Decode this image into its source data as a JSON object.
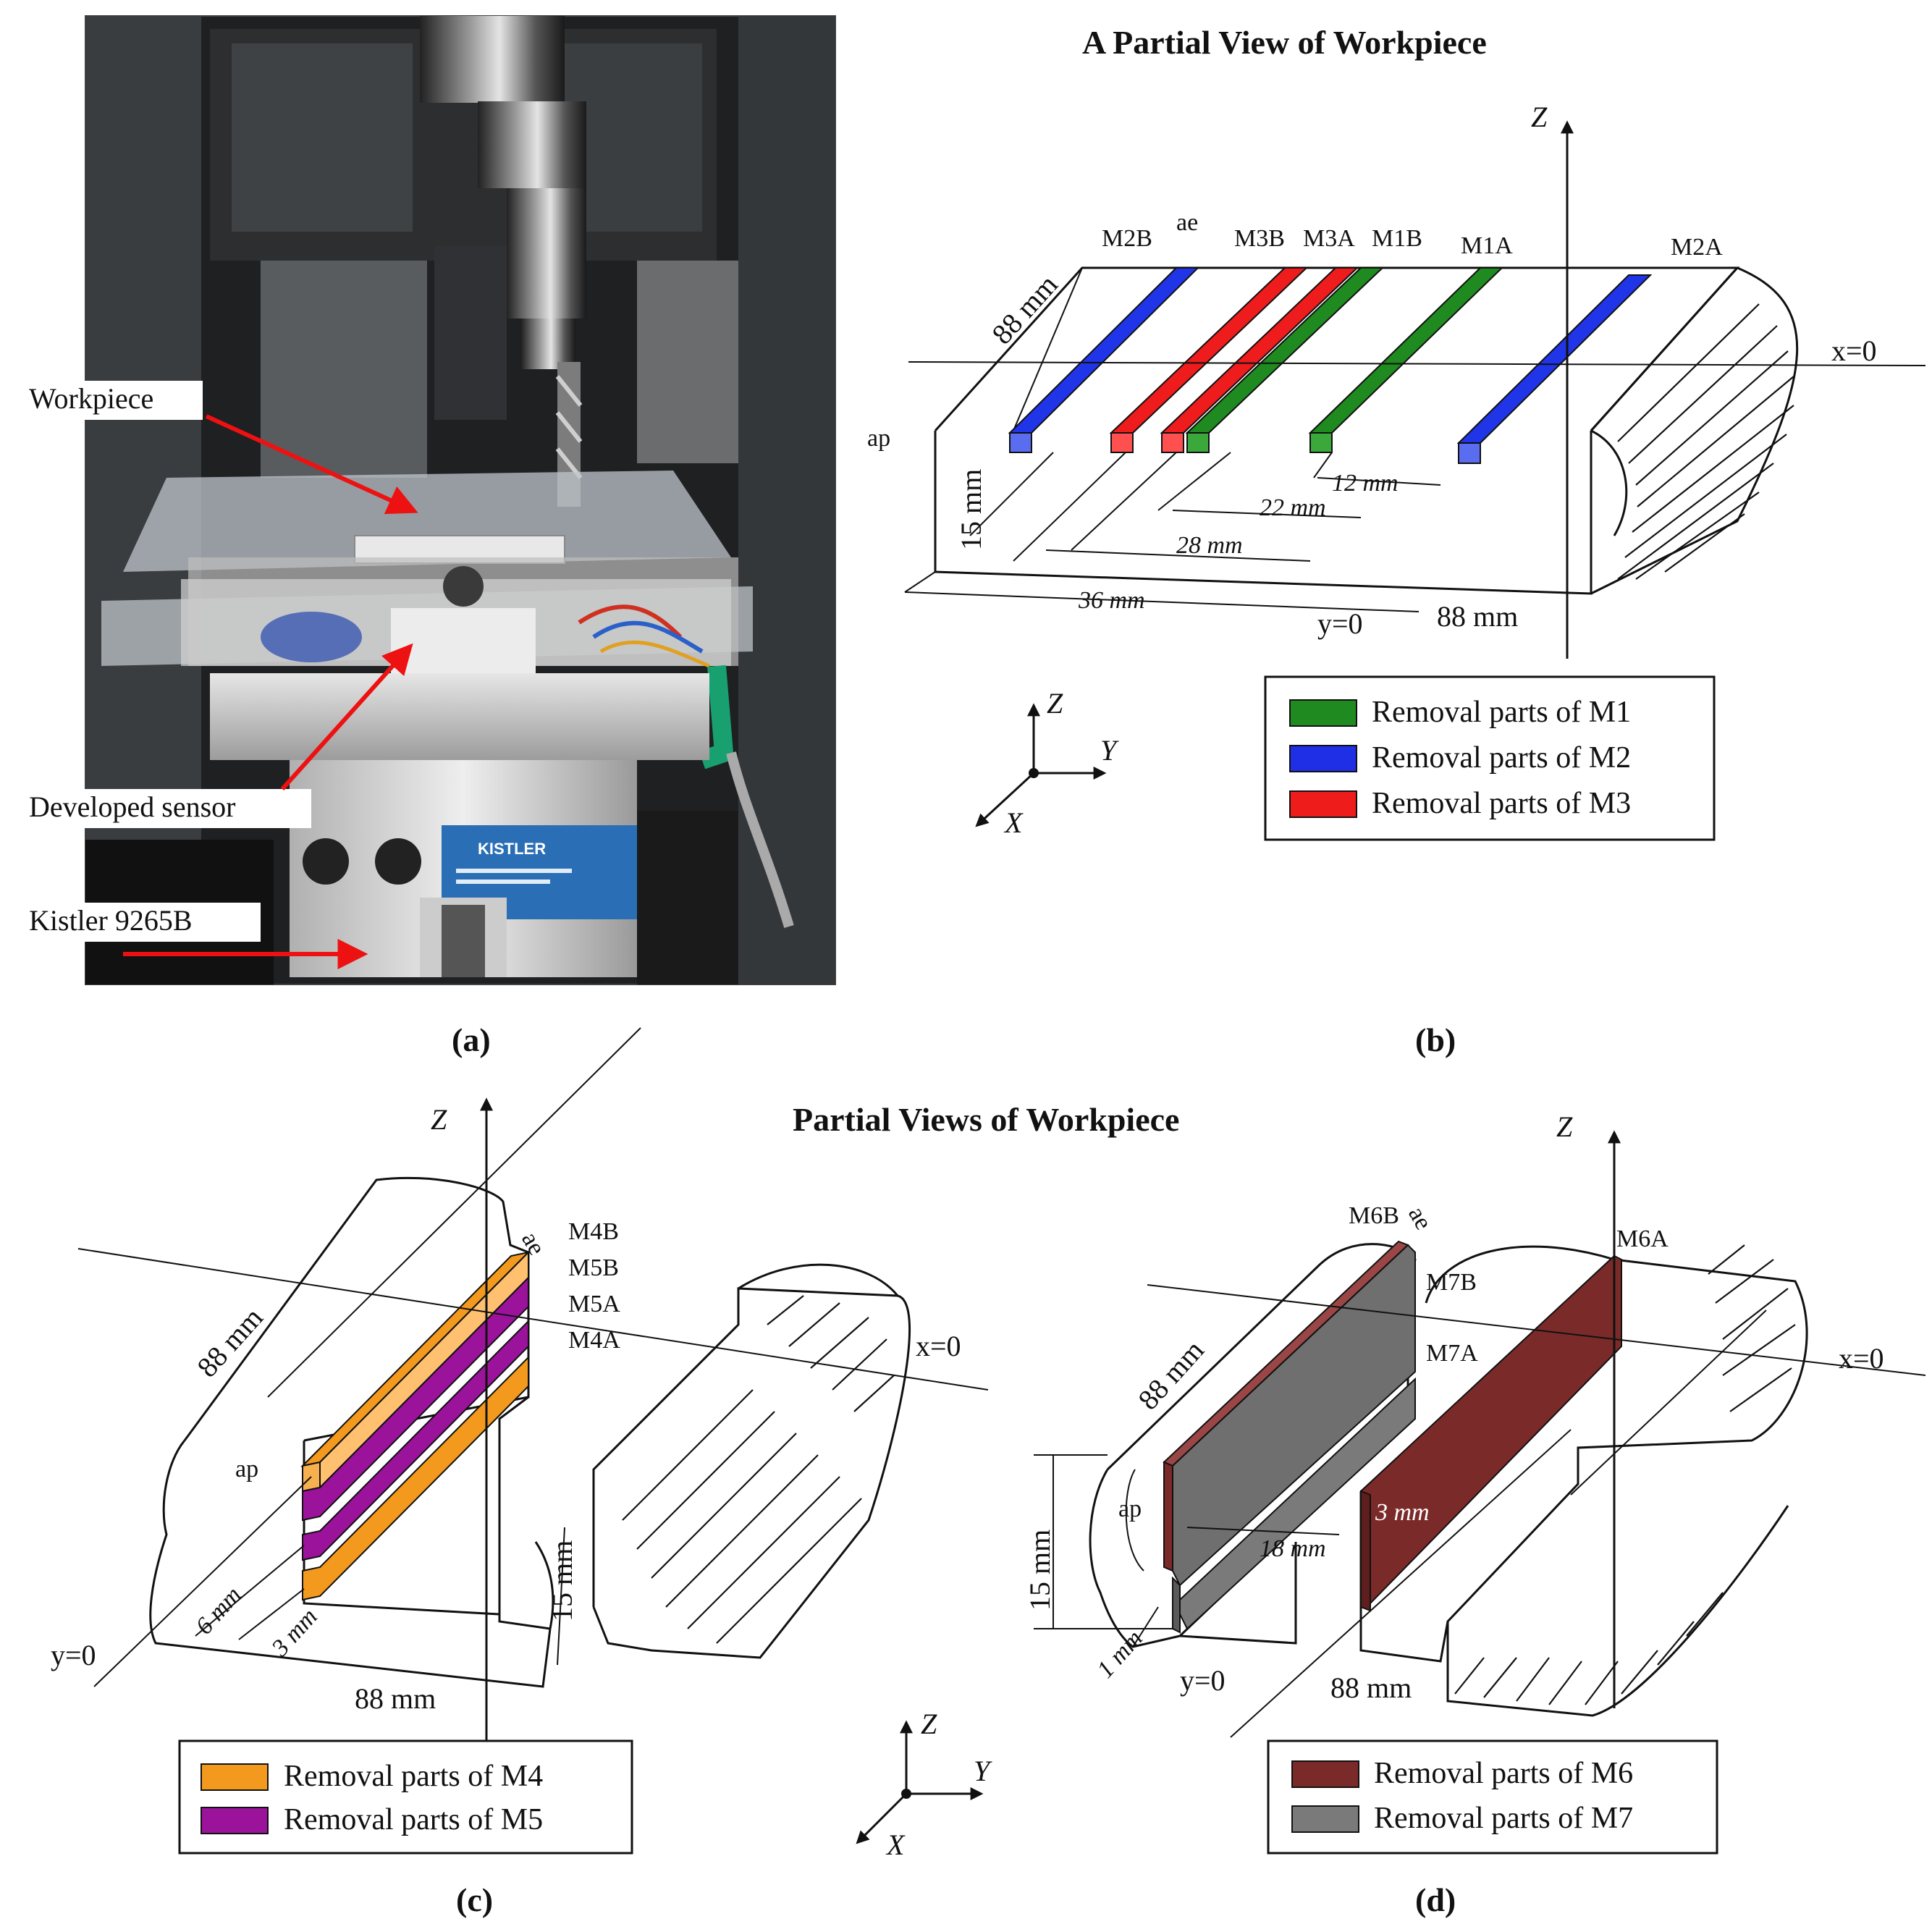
{
  "panel_a": {
    "labels": {
      "workpiece": "Workpiece",
      "developed_sensor": "Developed sensor",
      "kistler": "Kistler 9265B",
      "plate_brand": "KISTLER"
    },
    "caption": "(a)"
  },
  "panel_b": {
    "title": "A Partial View of Workpiece",
    "caption": "(b)",
    "slot_labels": [
      "M2B",
      "M3B",
      "M3A",
      "M1B",
      "M1A",
      "M2A"
    ],
    "ae": "ae",
    "ap": "ap",
    "dims": {
      "length_top": "88 mm",
      "height": "15 mm",
      "d12": "12 mm",
      "d22": "22 mm",
      "d28": "28 mm",
      "d36": "36 mm",
      "length_bottom": "88 mm"
    },
    "axis": {
      "z": "Z",
      "x0": "x=0",
      "y0": "y=0"
    },
    "legend": [
      {
        "label": "Removal parts of M1",
        "color": "#1f8a1f"
      },
      {
        "label": "Removal parts of M2",
        "color": "#1f2fe6"
      },
      {
        "label": "Removal parts of M3",
        "color": "#ef1c1c"
      }
    ],
    "triad": {
      "z": "Z",
      "y": "Y",
      "x": "X"
    }
  },
  "panel_c": {
    "caption": "(c)",
    "slot_labels": [
      "M4B",
      "M5B",
      "M5A",
      "M4A"
    ],
    "ae": "ae",
    "ap": "ap",
    "dims": {
      "length_top": "88 mm",
      "height": "15 mm",
      "d6": "6 mm",
      "d3": "3 mm",
      "length_bottom": "88 mm"
    },
    "axis": {
      "z": "Z",
      "x0": "x=0",
      "y0": "y=0"
    },
    "legend": [
      {
        "label": "Removal parts of M4",
        "color": "#f39a1e"
      },
      {
        "label": "Removal parts of M5",
        "color": "#9b139b"
      }
    ]
  },
  "panel_d": {
    "caption": "(d)",
    "slot_labels": [
      "M6B",
      "M6A",
      "M7B",
      "M7A"
    ],
    "ae": "ae",
    "ap": "ap",
    "dims": {
      "length_top": "88 mm",
      "height": "15 mm",
      "d3": "3 mm",
      "d18": "18 mm",
      "d1": "1 mm",
      "length_bottom": "88 mm"
    },
    "axis": {
      "z": "Z",
      "x0": "x=0",
      "y0": "y=0"
    },
    "legend": [
      {
        "label": "Removal parts of M6",
        "color": "#7b2a2a"
      },
      {
        "label": "Removal parts of M7",
        "color": "#7a7a7a"
      }
    ]
  },
  "lower_title": "Partial Views of Workpiece",
  "lower_triad": {
    "z": "Z",
    "y": "Y",
    "x": "X"
  }
}
